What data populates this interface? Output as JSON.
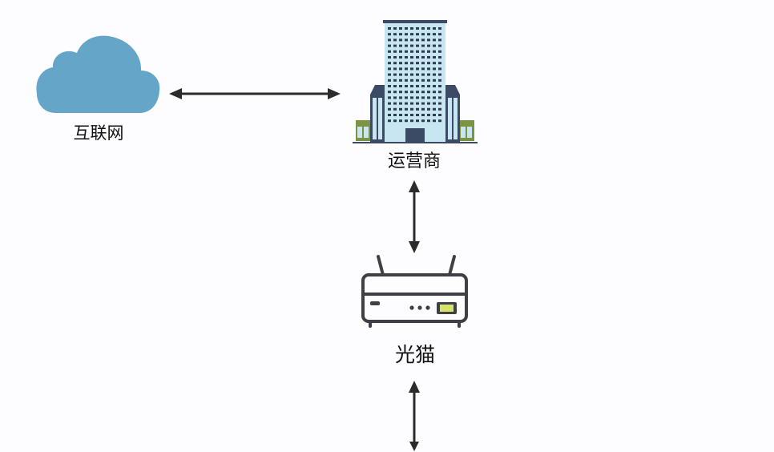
{
  "nodes": {
    "internet": {
      "label": "互联网",
      "icon": "cloud-icon"
    },
    "isp": {
      "label": "运营商",
      "icon": "office-building-icon"
    },
    "modem": {
      "label": "光猫",
      "icon": "router-icon"
    }
  },
  "colors": {
    "background": "#fdfcfe",
    "cloud": "#65a5c8",
    "arrow": "#2b2b2b",
    "building_glass": "#c7e6f1",
    "building_frame": "#3b4b65",
    "building_wing": "#7a9444",
    "router_body": "#3f3f46",
    "router_led": "#d6e36a"
  }
}
